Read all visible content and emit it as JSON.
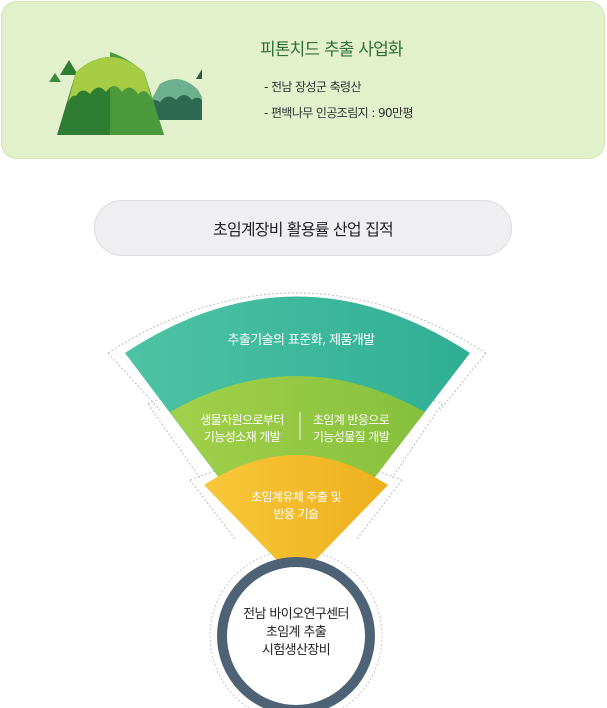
{
  "top_card": {
    "title": "피톤치드 추출 사업화",
    "lines": [
      "- 전남 장성군 축령산",
      "- 편백나무 인공조림지 : 90만평"
    ]
  },
  "pill_heading": "초임계장비 활용률 산업 집적",
  "fan": {
    "outer": "추출기술의 표준화, 제품개발",
    "middle_left": "생물자원으로부터\n기능성소재 개발",
    "middle_right": "초임계 반응으로\n기능성물질 개발",
    "inner": "초임계유체 추출 및\n반응 기술"
  },
  "base_circle": "전남 바이오연구센터\n초임계 추출\n시험생산장비",
  "colors": {
    "teal": "#34b69a",
    "lime": "#8cc63f",
    "yellow": "#f2b72c",
    "ring": "#4d6275",
    "mountain_dark": "#2f7c33",
    "mountain_light": "#a5cc43"
  }
}
